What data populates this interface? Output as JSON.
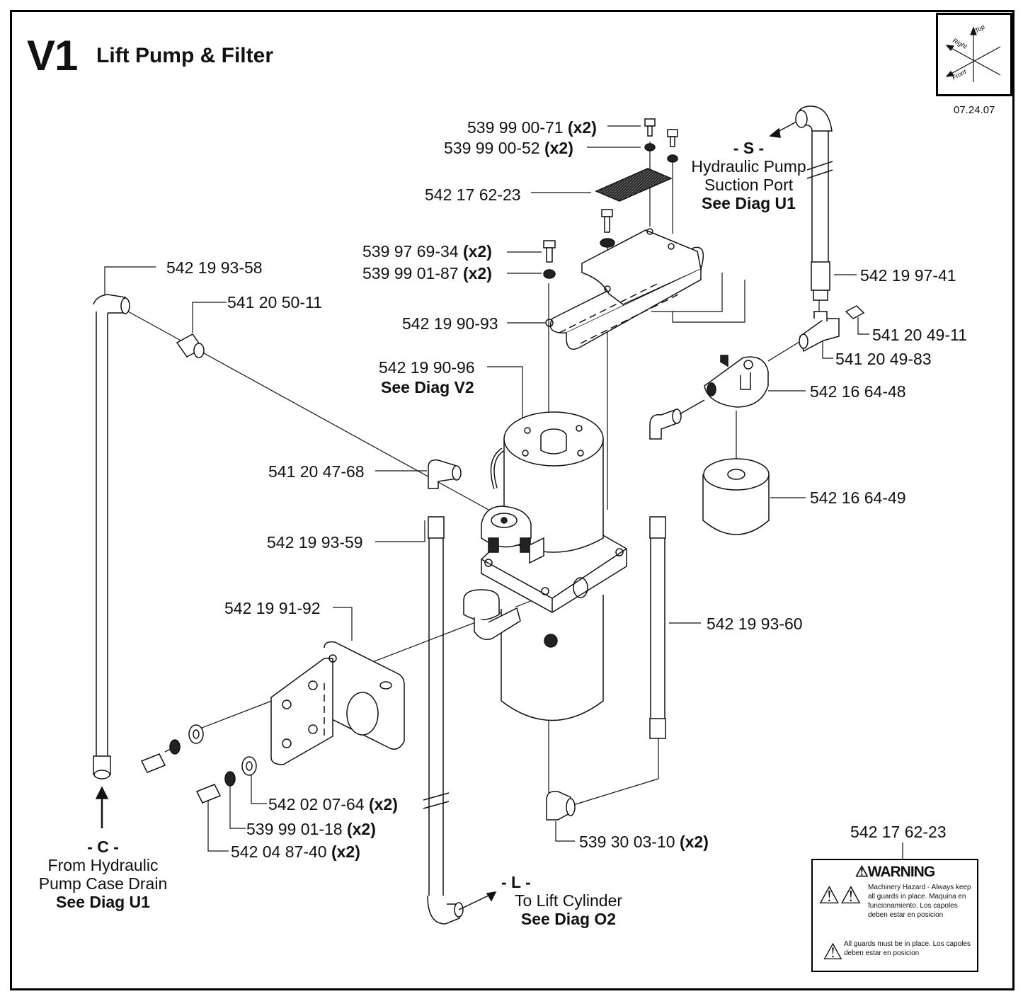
{
  "header": {
    "code": "V1",
    "title": "Lift Pump & Filter",
    "date": "07.24.07"
  },
  "compass": {
    "top": "Top",
    "right": "Right",
    "front": "Front"
  },
  "labels": {
    "p539990071": "539 99 00-71",
    "p539990052": "539 99 00-52",
    "p542176223": "542 17 62-23",
    "p539976934": "539 97 69-34",
    "p539990187": "539 99 01-87",
    "p542199058": "542 19 93-58",
    "p541205011": "541 20 50-11",
    "p542199093": "542 19 90-93",
    "p542199096": "542 19 90-96",
    "p541204768": "541 20 47-68",
    "p542199359": "542 19 93-59",
    "p542199192": "542 19 91-92",
    "p542020764": "542 02 07-64",
    "p539990118": "539 99 01-18",
    "p542048740": "542 04 87-40",
    "p539300310": "539 30 03-10",
    "p542199360": "542 19 93-60",
    "p542166449": "542 16 64-49",
    "p542166448": "542 16 64-48",
    "p541204983": "541 20 49-83",
    "p541204911": "541 20 49-11",
    "p542199741": "542 19 97-41",
    "p542176223b": "542 17 62-23",
    "x2": "(x2)",
    "see_v2": "See Diag V2"
  },
  "callouts": {
    "s": {
      "letter": "- S -",
      "line1": "Hydraulic Pump",
      "line2": "Suction Port",
      "ref": "See Diag U1"
    },
    "c": {
      "letter": "- C -",
      "line1": "From Hydraulic",
      "line2": "Pump Case Drain",
      "ref": "See Diag U1"
    },
    "l": {
      "letter": "- L -",
      "line1": "To Lift Cylinder",
      "ref": "See Diag O2"
    }
  },
  "warning": {
    "heading": "WARNING",
    "text1": "Machinery Hazard - Always keep all guards in place. Maquina en funcionamiento. Los capoles deben estar en posicion",
    "text2": "All guards must be in place. Los capoles deben estar en posicion"
  },
  "colors": {
    "ink": "#111111",
    "grey": "#e6e6e6",
    "mid": "#bdbdbd"
  }
}
